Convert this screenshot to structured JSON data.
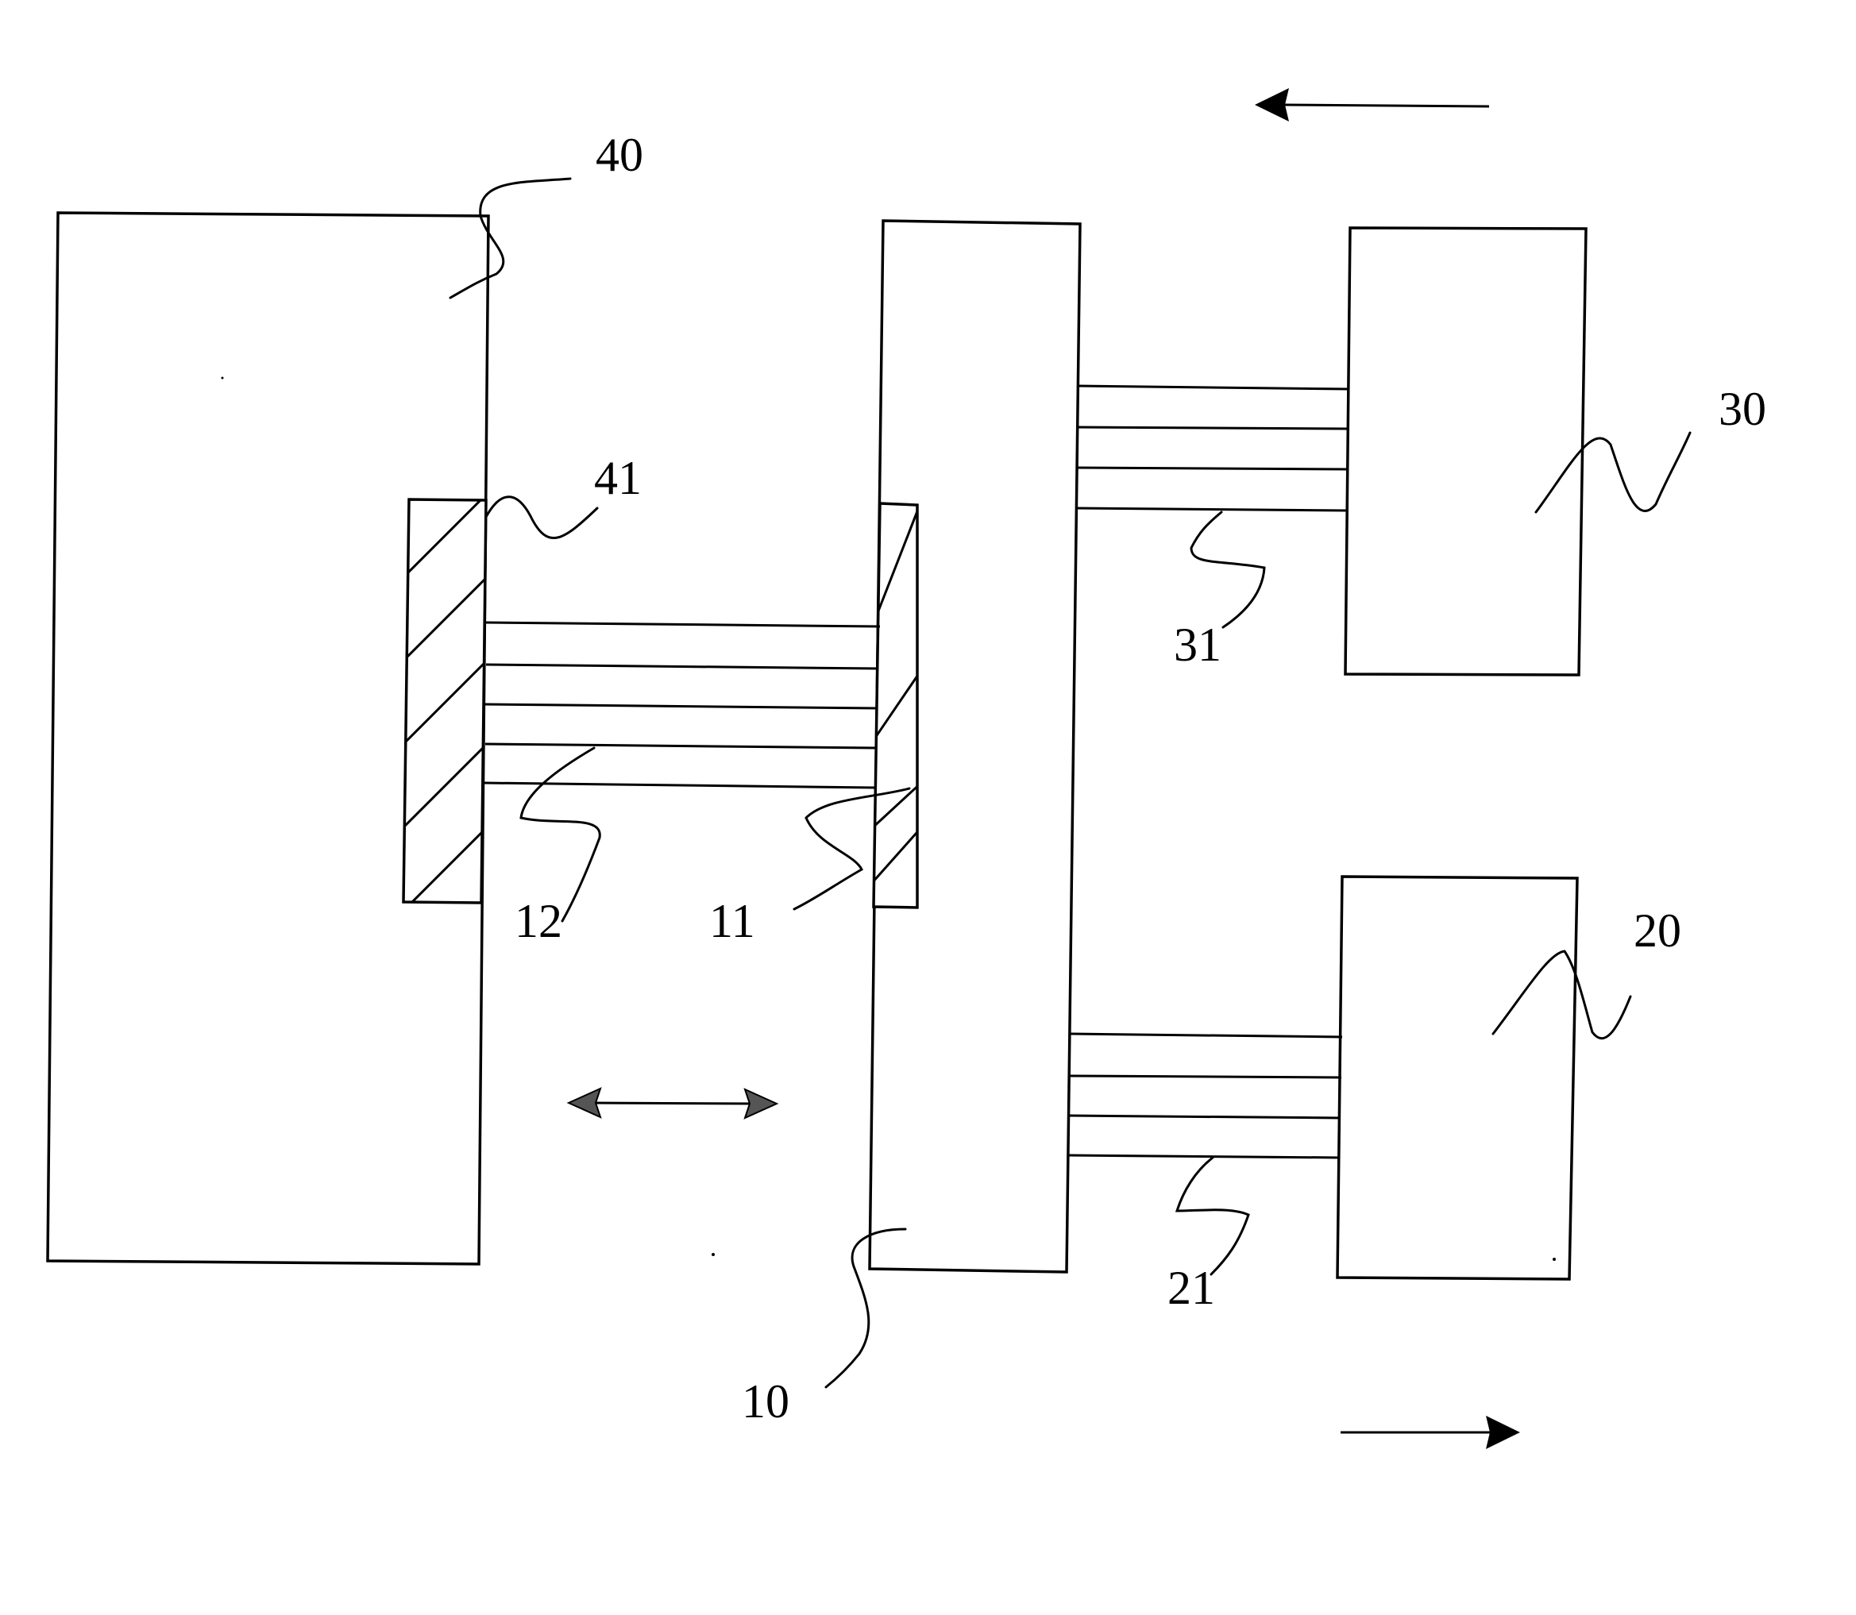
{
  "labels": {
    "chassis": "40",
    "chassis_pad": "41",
    "center_board": "10",
    "center_pad": "11",
    "center_bus": "12",
    "upper_module": "30",
    "upper_bus": "31",
    "lower_module": "20",
    "lower_bus": "21"
  },
  "arrows": {
    "top": "left",
    "middle": "bidirectional",
    "bottom": "right"
  },
  "colors": {
    "line": "#000000",
    "background": "#ffffff",
    "arrowhead_shaded": "#555555"
  }
}
